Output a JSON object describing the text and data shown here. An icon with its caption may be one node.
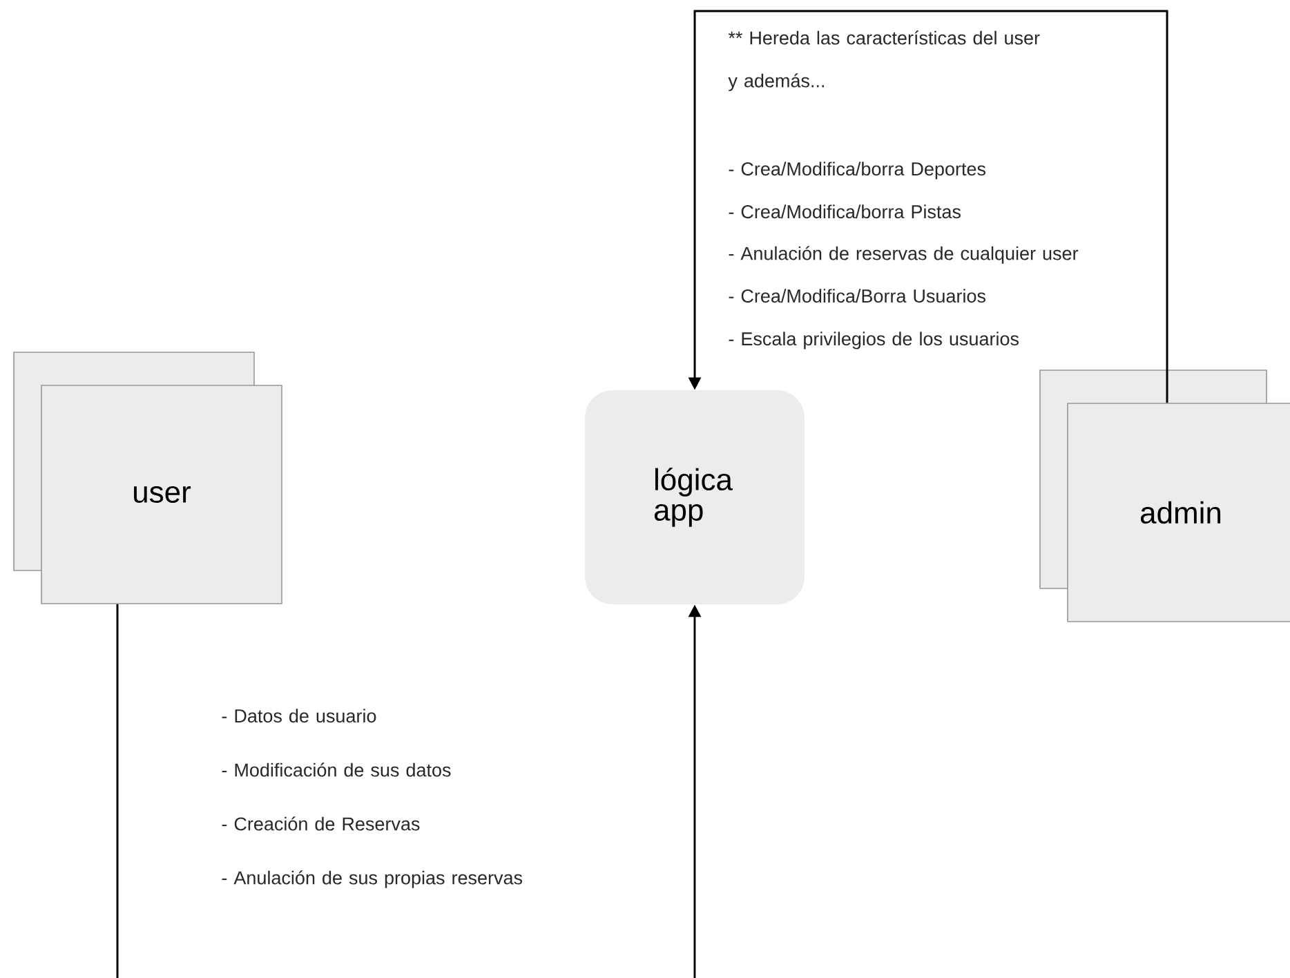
{
  "diagram": {
    "nodes": [
      {
        "text": [
          "user"
        ]
      },
      {
        "text": [
          "lógica app"
        ]
      },
      {
        "text": [
          "admin"
        ]
      }
    ],
    "edges": [
      {
        "from": 0,
        "to": 1,
        "arrow": "to"
      },
      {
        "from": 2,
        "to": 1,
        "arrow": "to"
      }
    ],
    "labels": [
      "** Hereda las características del user y además...",
      "- Crea/Modifica/borra Deportes",
      "- Crea/Modifica/borra Pistas",
      "- Anulación de reservas de cualquier user",
      "- Crea/Modifica/Borra Usuarios",
      "- Escala privilegios de los usuarios",
      "- Datos de usuario",
      "- Modificación de sus datos",
      "- Creación de Reservas",
      "- Anulación de sus propias reservas"
    ]
  }
}
